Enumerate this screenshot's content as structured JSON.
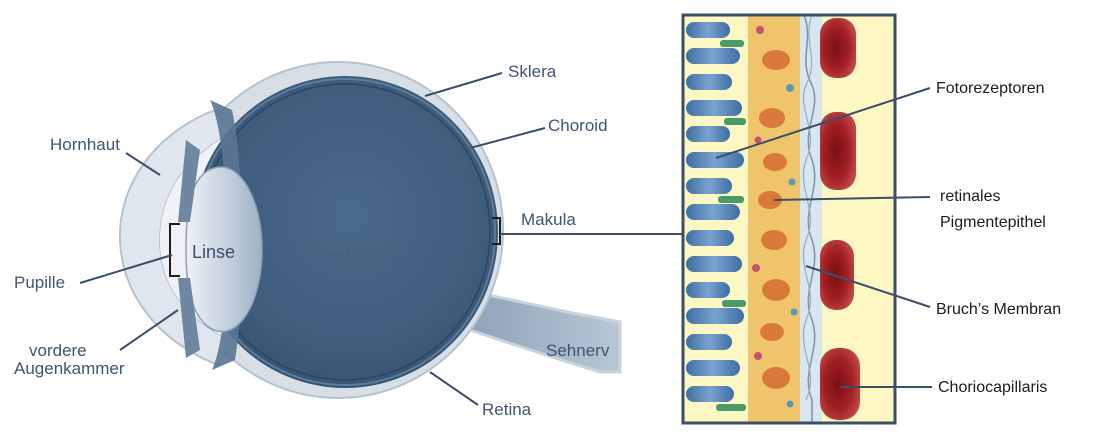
{
  "eye": {
    "hornhaut": "Hornhaut",
    "pupille": "Pupille",
    "vordere": "vordere",
    "augenkammer": "Augenkammer",
    "linse": "Linse",
    "glaskoerper": "Glaskörper",
    "sklera": "Sklera",
    "choroid": "Choroid",
    "makula": "Makula",
    "sehnerv": "Sehnerv",
    "retina": "Retina"
  },
  "detail": {
    "fotorezeptoren": "Fotorezeptoren",
    "rpe_line1": "retinales",
    "rpe_line2": "Pigmentepithel",
    "bruch": "Bruch’s Membran",
    "chorio": "Choriocapillaris"
  },
  "colors": {
    "globe": "#3f5d7d",
    "sclera": "#c9d3de",
    "lens": "#c4d0dd",
    "photoreceptor": "#4f7fb3",
    "pigment_layer": "#f0c46a",
    "capillary": "#9a1e1e",
    "label_line": "#3a4f68"
  }
}
